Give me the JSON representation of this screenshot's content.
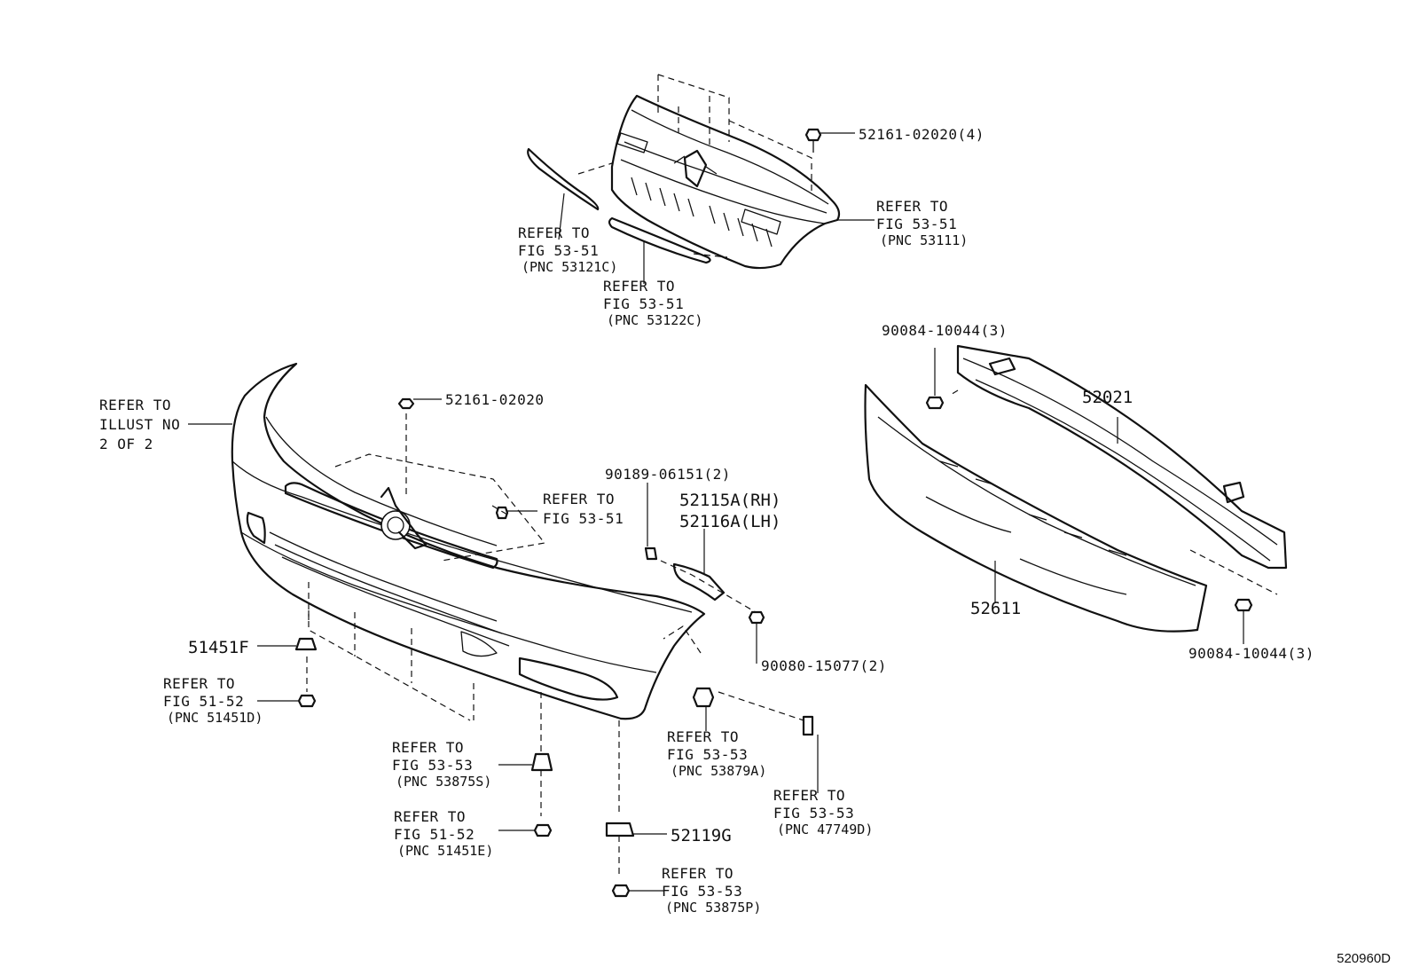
{
  "diagram": {
    "labels": {
      "grille_clip": "52161-02020(4)",
      "grille_refer_1": "REFER TO",
      "grille_refer_2": "FIG 53-51",
      "grille_refer_3": "(PNC 53111)",
      "molding_left_1": "REFER TO",
      "molding_left_2": "FIG 53-51",
      "molding_left_3": "(PNC 53121C)",
      "molding_lower_1": "REFER TO",
      "molding_lower_2": "FIG 53-51",
      "molding_lower_3": "(PNC 53122C)",
      "bumper_illust_1": "REFER TO",
      "bumper_illust_2": "ILLUST NO",
      "bumper_illust_3": "2 OF 2",
      "bumper_clip": "52161-02020",
      "emblem_refer_1": "REFER TO",
      "emblem_refer_2": "FIG 53-51",
      "retainer_screw": "90189-06151(2)",
      "retainer_rh": "52115A(RH)",
      "retainer_lh": "52116A(LH)",
      "retainer_bolt": "90080-15077(2)",
      "reinforcement_bolt_top": "90084-10044(3)",
      "reinforcement": "52021",
      "absorber": "52611",
      "reinforcement_bolt_bottom": "90084-10044(3)",
      "cover_lower": "51451F",
      "fig5152_a_1": "REFER TO",
      "fig5152_a_2": "FIG 51-52",
      "fig5152_a_3": "(PNC 51451D)",
      "fig5353_a_1": "REFER TO",
      "fig5353_a_2": "FIG 53-53",
      "fig5353_a_3": "(PNC 53875S)",
      "fig5152_b_1": "REFER TO",
      "fig5152_b_2": "FIG 51-52",
      "fig5152_b_3": "(PNC 51451E)",
      "fig5353_b_1": "REFER TO",
      "fig5353_b_2": "FIG 53-53",
      "fig5353_b_3": "(PNC 53879A)",
      "fig5353_c_1": "REFER TO",
      "fig5353_c_2": "FIG 53-53",
      "fig5353_c_3": "(PNC 47749D)",
      "support": "52119G",
      "fig5353_d_1": "REFER TO",
      "fig5353_d_2": "FIG 53-53",
      "fig5353_d_3": "(PNC 53875P)"
    },
    "illustration_code": "520960D"
  }
}
